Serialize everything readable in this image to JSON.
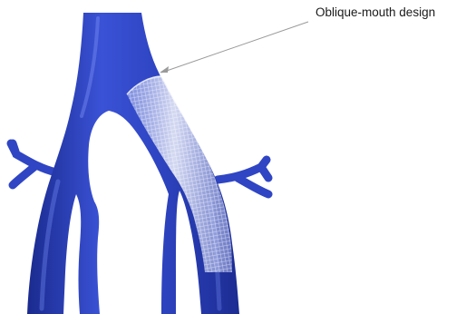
{
  "figure": {
    "callout": {
      "label": "Oblique-mouth design"
    },
    "colors": {
      "vessel_main": "#2f45c4",
      "vessel_dark": "#1a2a8e",
      "vessel_light": "#6c7fe6",
      "stent": "#e6ebf7",
      "callout_line": "#9a9a9a",
      "text": "#1a1a1a"
    },
    "elements": [
      "iliac-vein-bifurcation",
      "venous-stent",
      "callout-arrow"
    ]
  }
}
